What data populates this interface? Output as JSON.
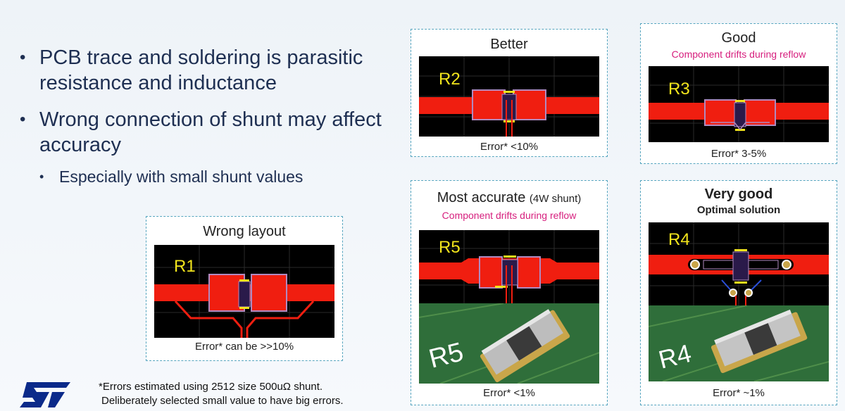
{
  "bullets": [
    {
      "text": "PCB trace and soldering is parasitic resistance and inductance"
    },
    {
      "text": "Wrong connection of shunt may affect accuracy"
    }
  ],
  "sub_bullet": "Especially with small shunt values",
  "cards": {
    "r1": {
      "title": "Wrong layout",
      "label": "R1",
      "error": "Error* can be >>10%"
    },
    "r2": {
      "title": "Better",
      "label": "R2",
      "error": "Error* <10%"
    },
    "r3": {
      "title": "Good",
      "note": "Component drifts during reflow",
      "label": "R3",
      "error": "Error* 3-5%"
    },
    "r5": {
      "title": "Most accurate",
      "title_suffix": "(4W shunt)",
      "note": "Component drifts during reflow",
      "label": "R5",
      "photo_label": "R5",
      "error": "Error*  <1%"
    },
    "r4": {
      "title": "Very good",
      "note": "Optimal solution",
      "label": "R4",
      "photo_label": "R4",
      "error": "Error*  ~1%"
    }
  },
  "footnote": {
    "line1": "*Errors estimated using 2512 size 500uΩ shunt.",
    "line2": "Deliberately selected small value to have big errors."
  },
  "logo": {
    "text": "ST"
  },
  "colors": {
    "trace": "#f01e10",
    "label": "#f2e41c",
    "note": "#d61e7d",
    "frame": "#56a5bf",
    "board": "#2f6e3a"
  }
}
